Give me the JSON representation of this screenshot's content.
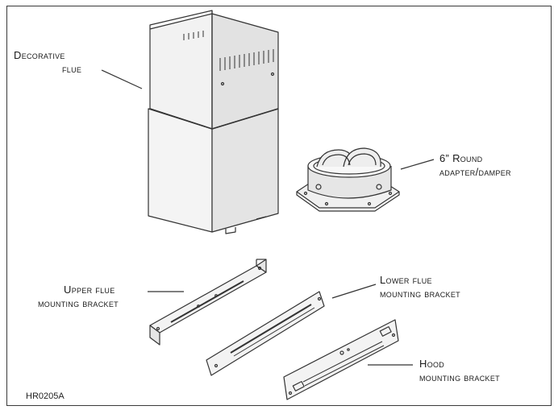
{
  "labels": {
    "decorative_flue": [
      "Decorative",
      "flue"
    ],
    "round_adapter": [
      "6” Round",
      "adapter/damper"
    ],
    "upper_bracket": [
      "Upper flue",
      "mounting bracket"
    ],
    "lower_bracket": [
      "Lower flue",
      "mounting bracket"
    ],
    "hood_bracket": [
      "Hood",
      "mounting bracket"
    ]
  },
  "figure_code": "HR0205A"
}
